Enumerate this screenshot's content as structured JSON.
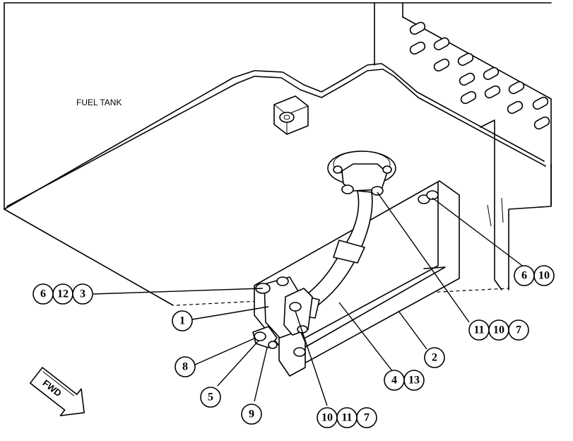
{
  "diagram": {
    "tank_label": "FUEL TANK",
    "fwd_label": "FWD",
    "callouts": [
      {
        "id": "c-6-12-3",
        "numbers": [
          "6",
          "12",
          "3"
        ]
      },
      {
        "id": "c-1",
        "numbers": [
          "1"
        ]
      },
      {
        "id": "c-8",
        "numbers": [
          "8"
        ]
      },
      {
        "id": "c-5",
        "numbers": [
          "5"
        ]
      },
      {
        "id": "c-9",
        "numbers": [
          "9"
        ]
      },
      {
        "id": "c-10-11-7",
        "numbers": [
          "10",
          "11",
          "7"
        ]
      },
      {
        "id": "c-4-13",
        "numbers": [
          "4",
          "13"
        ]
      },
      {
        "id": "c-2",
        "numbers": [
          "2"
        ]
      },
      {
        "id": "c-11-10-7",
        "numbers": [
          "11",
          "10",
          "7"
        ]
      },
      {
        "id": "c-6-10",
        "numbers": [
          "6",
          "10"
        ]
      }
    ]
  }
}
